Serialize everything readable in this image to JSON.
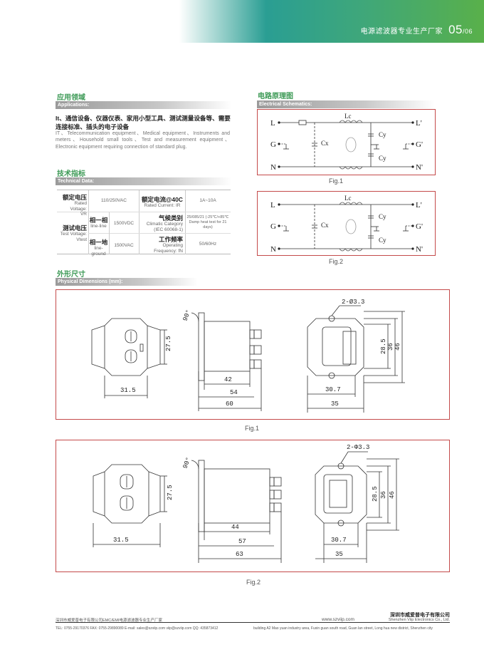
{
  "header": {
    "title": "电源滤波器专业生产厂家",
    "page": "05",
    "page_total": "/06"
  },
  "applications": {
    "title_cn": "应用领域",
    "title_en": "Applications:",
    "text_cn": "It、通信设备、仪器仪表、家用小型工具、测试测量设备等、需要连接标准、插头的电子设备",
    "text_en": "IT、Telecommunication equipment、Medical equipment、Instruments and meters、Household small tools、Test and measurement equipment、Electronic equipment requiring connection of standard plug."
  },
  "technical": {
    "title_cn": "技术指标",
    "title_en": "Technical Data:",
    "rated_voltage_cn": "额定电压",
    "rated_voltage_en": "Rated Voltage:",
    "rated_voltage_sym": "VR",
    "rated_voltage_val": "110/250VAC",
    "rated_current_cn": "额定电流@40C",
    "rated_current_en": "Rated Current: IR",
    "rated_current_val": "1A~10A",
    "test_voltage_cn": "测试电压",
    "test_voltage_en": "Test Voltage:",
    "test_voltage_sym": "Vtest",
    "line_line_cn": "相一相",
    "line_line_en": "line-line",
    "line_line_val": "1500VDC",
    "line_ground_cn": "相一地",
    "line_ground_en": "line-ground",
    "line_ground_val": "1500VAC",
    "climatic_cn": "气候类别",
    "climatic_en": "Climatic Category (IEC 60068-1)",
    "climatic_val": "25/085/21 (-25℃/+85℃ Damp heat test for 21 days)",
    "freq_cn": "工作频率",
    "freq_en": "Operating Frequency: fN",
    "freq_val": "50/60Hz"
  },
  "schematics": {
    "title_cn": "电路原理图",
    "title_en": "Electrical Schematics:",
    "labels": {
      "L": "L",
      "G": "G",
      "N": "N",
      "Lp": "L'",
      "Gp": "G'",
      "Np": "N'",
      "Lc": "Lc",
      "Cx": "Cx",
      "Cy1": "Cy",
      "Cy2": "Cy"
    },
    "fig1": "Fig.1",
    "fig2": "Fig.2"
  },
  "dimensions": {
    "title_cn": "外形尺寸",
    "title_en": "Physical Dimensions (mm):",
    "fig1": {
      "angle": "90°",
      "w_front": "31.5",
      "h_front": "27.5",
      "side_a": "42",
      "side_b": "54",
      "side_c": "60",
      "hole": "2-Ø3.3",
      "back_h1": "28.5",
      "back_h2": "36",
      "back_h3": "46",
      "back_w1": "30.7",
      "back_w2": "35",
      "caption": "Fig.1"
    },
    "fig2": {
      "angle": "90°",
      "w_front": "31.5",
      "h_front": "27.5",
      "side_a": "44",
      "side_b": "57",
      "side_c": "63",
      "hole": "2-Φ3.3",
      "back_h1": "28.5",
      "back_h2": "36",
      "back_h3": "46",
      "back_w1": "30.7",
      "back_w2": "35",
      "caption": "Fig.2"
    }
  },
  "footer": {
    "company_cn_left": "深圳市威爱普电子有限公司EMC/EMI电源滤波器专业生产厂家",
    "website": "www.szviip.com",
    "company_cn_right": "深圳市威爱普电子有限公司",
    "company_en": "Shenzhen Viip Electronics Co., Ltd.",
    "contact": "TEL: 0755-29170376   FAX: 0755-29890089   E-mail: sales@szviip.com  viip@szviip.com   QQ: 435873412",
    "address": "building A2 Mao yuan industry area, Fuxin guan south road, Guan lan street, Long hua new district, Shenzhen city"
  },
  "colors": {
    "accent_green": "#3d9a56",
    "frame_red": "#c44a4a",
    "bar_grey": "#9a9a9a"
  }
}
